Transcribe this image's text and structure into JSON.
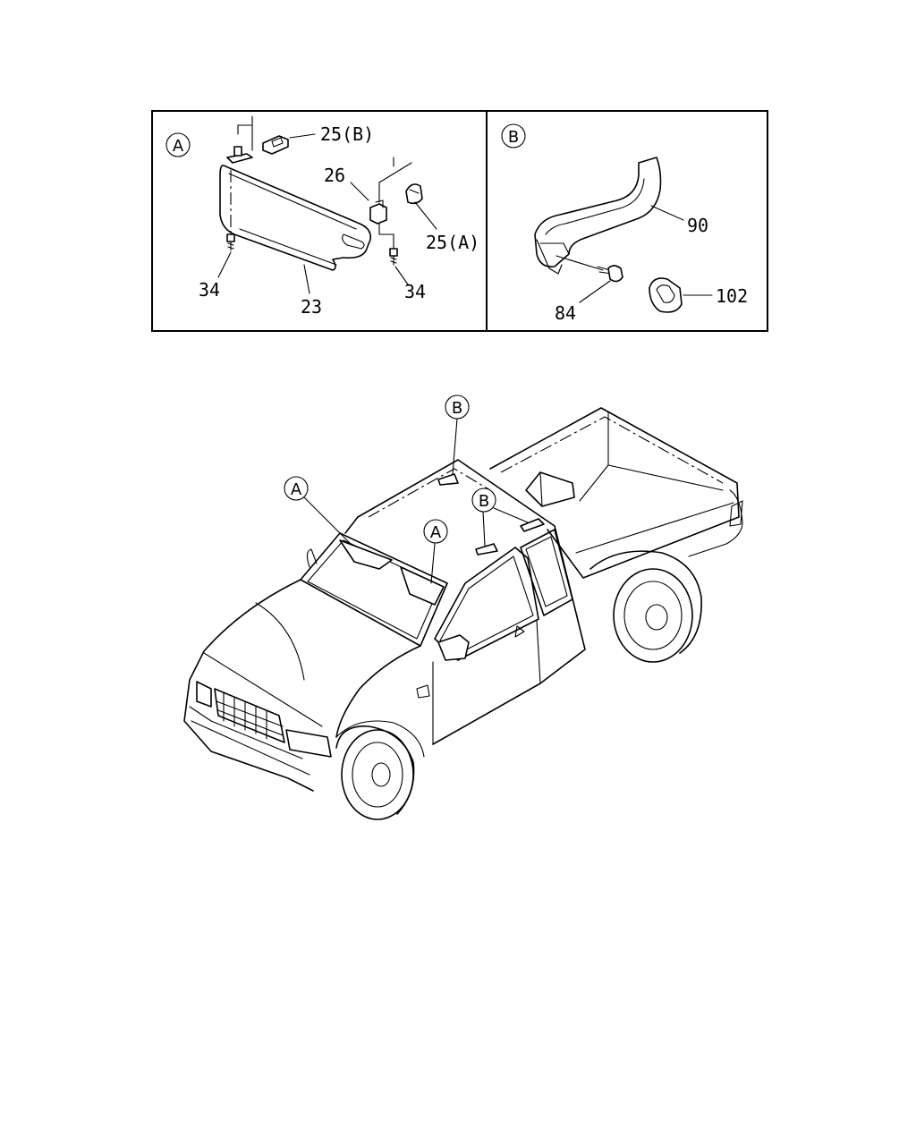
{
  "panel_a": {
    "label": "A",
    "parts": {
      "p25b": "25(B)",
      "p26": "26",
      "p25a": "25(A)",
      "p34_left": "34",
      "p23": "23",
      "p34_right": "34"
    }
  },
  "panel_b": {
    "label": "B",
    "parts": {
      "p90": "90",
      "p84": "84",
      "p102": "102"
    }
  },
  "vehicle": {
    "callout_b_top": "B",
    "callout_a_left": "A",
    "callout_a_right": "A",
    "callout_b_side": "B"
  }
}
